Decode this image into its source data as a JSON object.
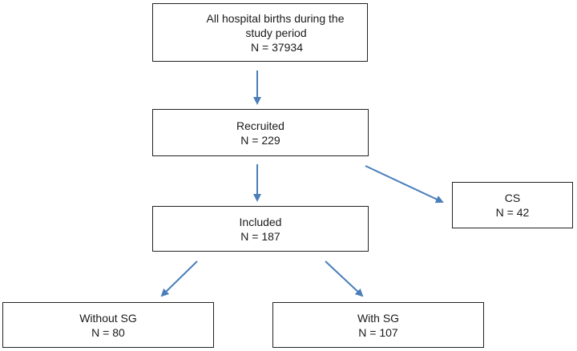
{
  "boxes": {
    "all_births": {
      "line1": "All hospital births during the",
      "line2": "study period",
      "line3": "N = 37934"
    },
    "recruited": {
      "label": "Recruited",
      "count": "N = 229"
    },
    "included": {
      "label": "Included",
      "count": "N = 187"
    },
    "cs": {
      "label": "CS",
      "count": "N = 42"
    },
    "without_sg": {
      "label": "Without SG",
      "count": "N = 80"
    },
    "with_sg": {
      "label": "With SG",
      "count": "N = 107"
    }
  },
  "colors": {
    "arrow": "#4a7ebb",
    "box_border": "#222222"
  }
}
